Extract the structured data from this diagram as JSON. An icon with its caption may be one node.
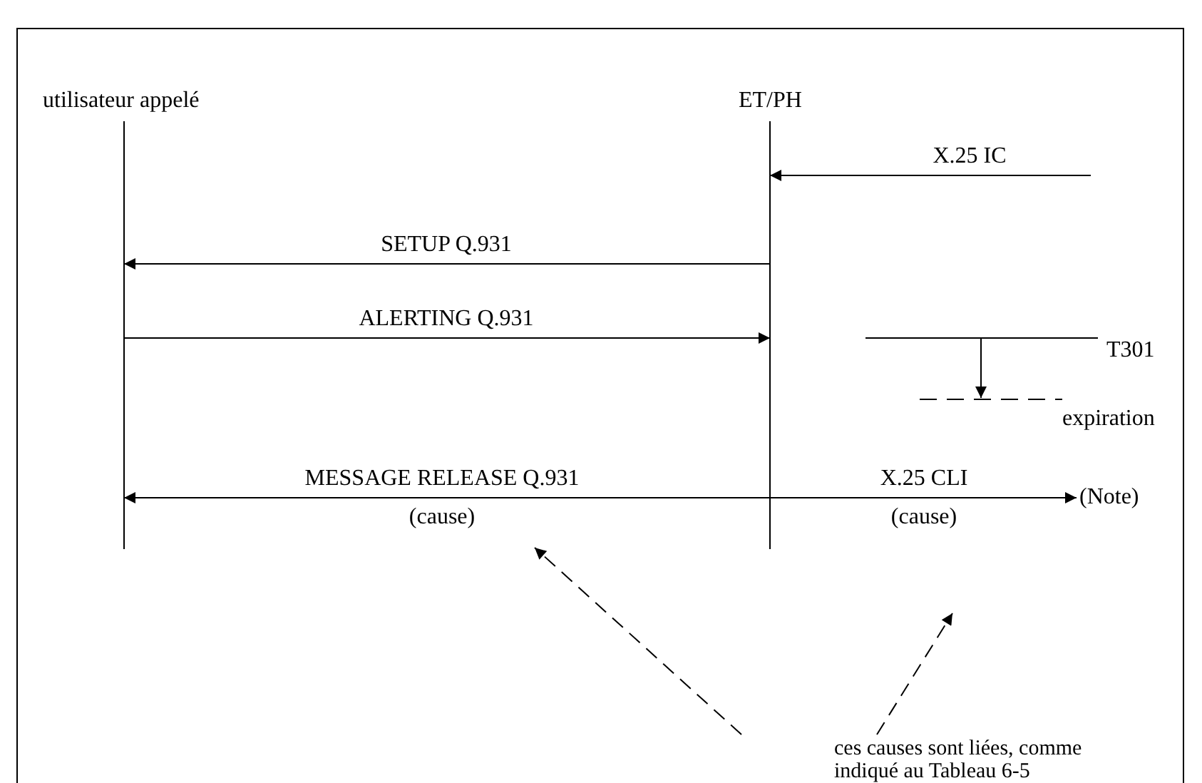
{
  "diagram": {
    "nodes": [
      {
        "text": [
          "utilisateur appelé"
        ]
      },
      {
        "text": [
          "ET/PH"
        ]
      },
      {
        "text": [
          "ces causes sont liées, comme indiqué au Tableau 6-5"
        ]
      },
      {
        "text": [
          "(Note)"
        ]
      }
    ],
    "edges": [
      {
        "from": null,
        "to": 1,
        "arrow": "to",
        "label": "X.25 IC"
      },
      {
        "from": 1,
        "to": 0,
        "arrow": "to",
        "label": "SETUP Q.931"
      },
      {
        "from": 0,
        "to": 1,
        "arrow": "to",
        "label": "ALERTING Q.931"
      },
      {
        "from": 1,
        "to": 0,
        "arrow": "to",
        "label": "MESSAGE RELEASE Q.931"
      },
      {
        "from": 1,
        "to": 3,
        "arrow": "to",
        "label": "X.25 CLI"
      },
      {
        "from": 2,
        "to": null,
        "arrow": "to",
        "style": "dashed"
      },
      {
        "from": 2,
        "to": null,
        "arrow": "to",
        "style": "dashed"
      }
    ],
    "labels": [
      "T301",
      "expiration",
      "(cause)",
      "(cause)"
    ]
  }
}
